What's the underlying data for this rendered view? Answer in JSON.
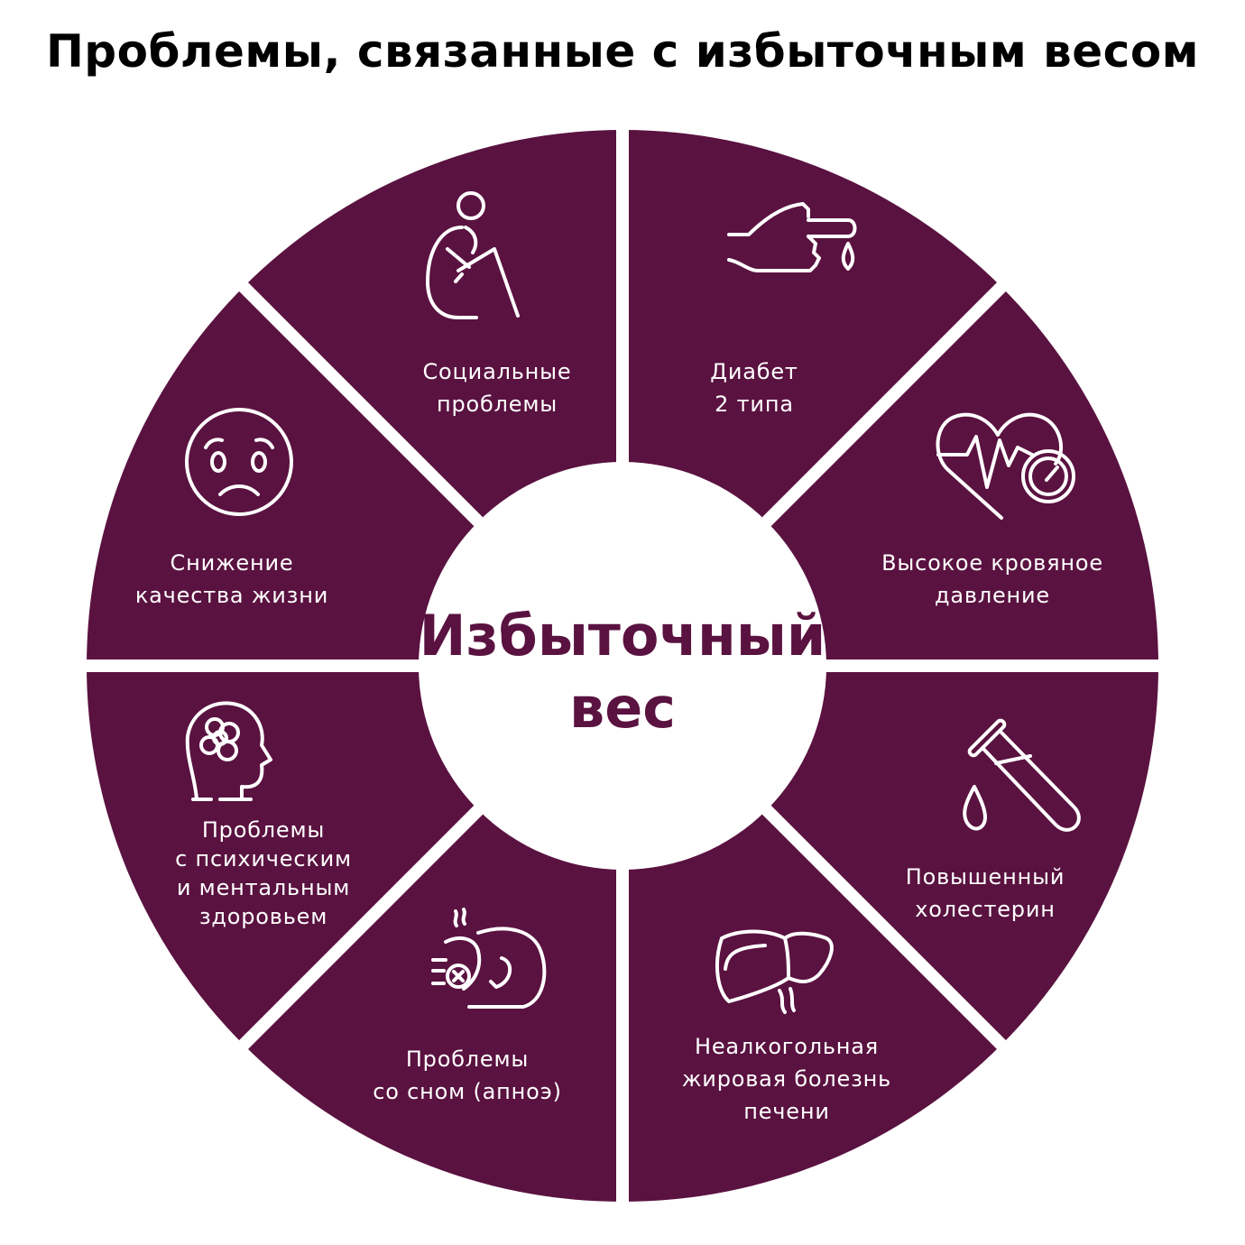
{
  "title": "Проблемы, связанные с избыточным весом",
  "colors": {
    "segment": "#5a1240",
    "gap": "#ffffff",
    "center_text": "#5a1240",
    "icon": "#ffffff"
  },
  "center": {
    "line1": "Избыточный",
    "line2": "вес"
  },
  "segments": [
    {
      "id": "social",
      "icon": "sitting-person-icon",
      "lines": [
        "Социальные",
        "проблемы"
      ]
    },
    {
      "id": "diabetes",
      "icon": "finger-blood-drop-icon",
      "lines": [
        "Диабет",
        "2 типа"
      ]
    },
    {
      "id": "blood-pressure",
      "icon": "heart-pulse-gauge-icon",
      "lines": [
        "Высокое кровяное",
        "давление"
      ]
    },
    {
      "id": "cholesterol",
      "icon": "test-tube-drop-icon",
      "lines": [
        "Повышенный",
        "холестерин"
      ]
    },
    {
      "id": "liver",
      "icon": "liver-icon",
      "lines": [
        "Неалкогольная",
        "жировая болезнь",
        "печени"
      ]
    },
    {
      "id": "sleep",
      "icon": "sleep-apnea-icon",
      "lines": [
        "Проблемы",
        "со сном (апноэ)"
      ]
    },
    {
      "id": "mental",
      "icon": "tangled-head-icon",
      "lines": [
        "Проблемы",
        "с психическим",
        "и ментальным",
        "здоровьем"
      ]
    },
    {
      "id": "quality-of-life",
      "icon": "sad-face-icon",
      "lines": [
        "Снижение",
        "качества жизни"
      ]
    }
  ]
}
